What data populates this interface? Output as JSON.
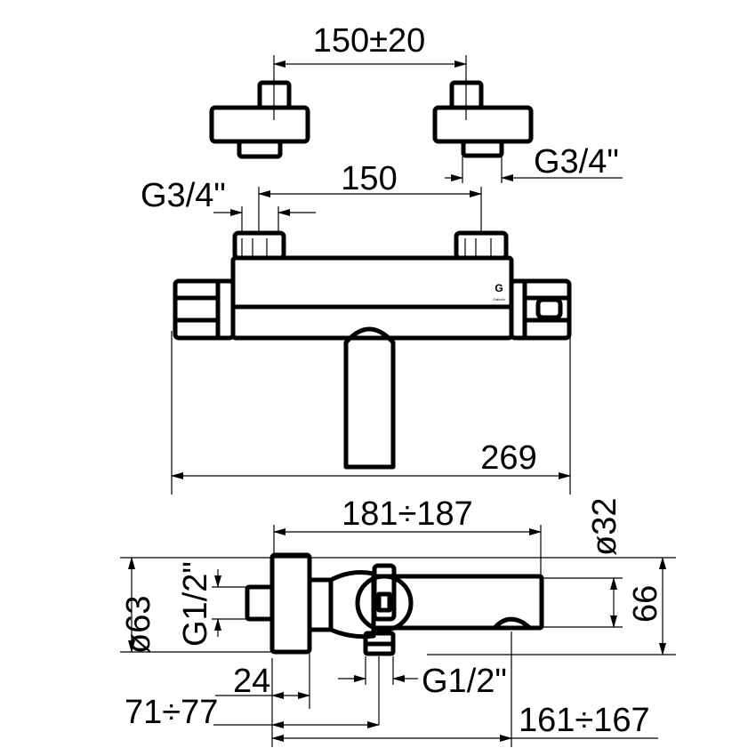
{
  "dimensions": {
    "inlet_spacing": "150±20",
    "eccentric_thread_right": "G3/4\"",
    "inlet_centers": "150",
    "inlet_thread_left": "G3/4\"",
    "overall_width": "269",
    "spout_reach_range": "181÷187",
    "handle_diameter": "ø32",
    "cap_diameter": "ø63",
    "inlet_thread_side": "G1/2\"",
    "height": "66",
    "cap_depth": "24",
    "outlet_thread": "G1/2\"",
    "outlet_offset": "71÷77",
    "spout_projection": "161÷167"
  },
  "logo": {
    "mark": "G",
    "brand": "Galindo"
  },
  "colors": {
    "line": "#000000",
    "background": "#ffffff"
  }
}
